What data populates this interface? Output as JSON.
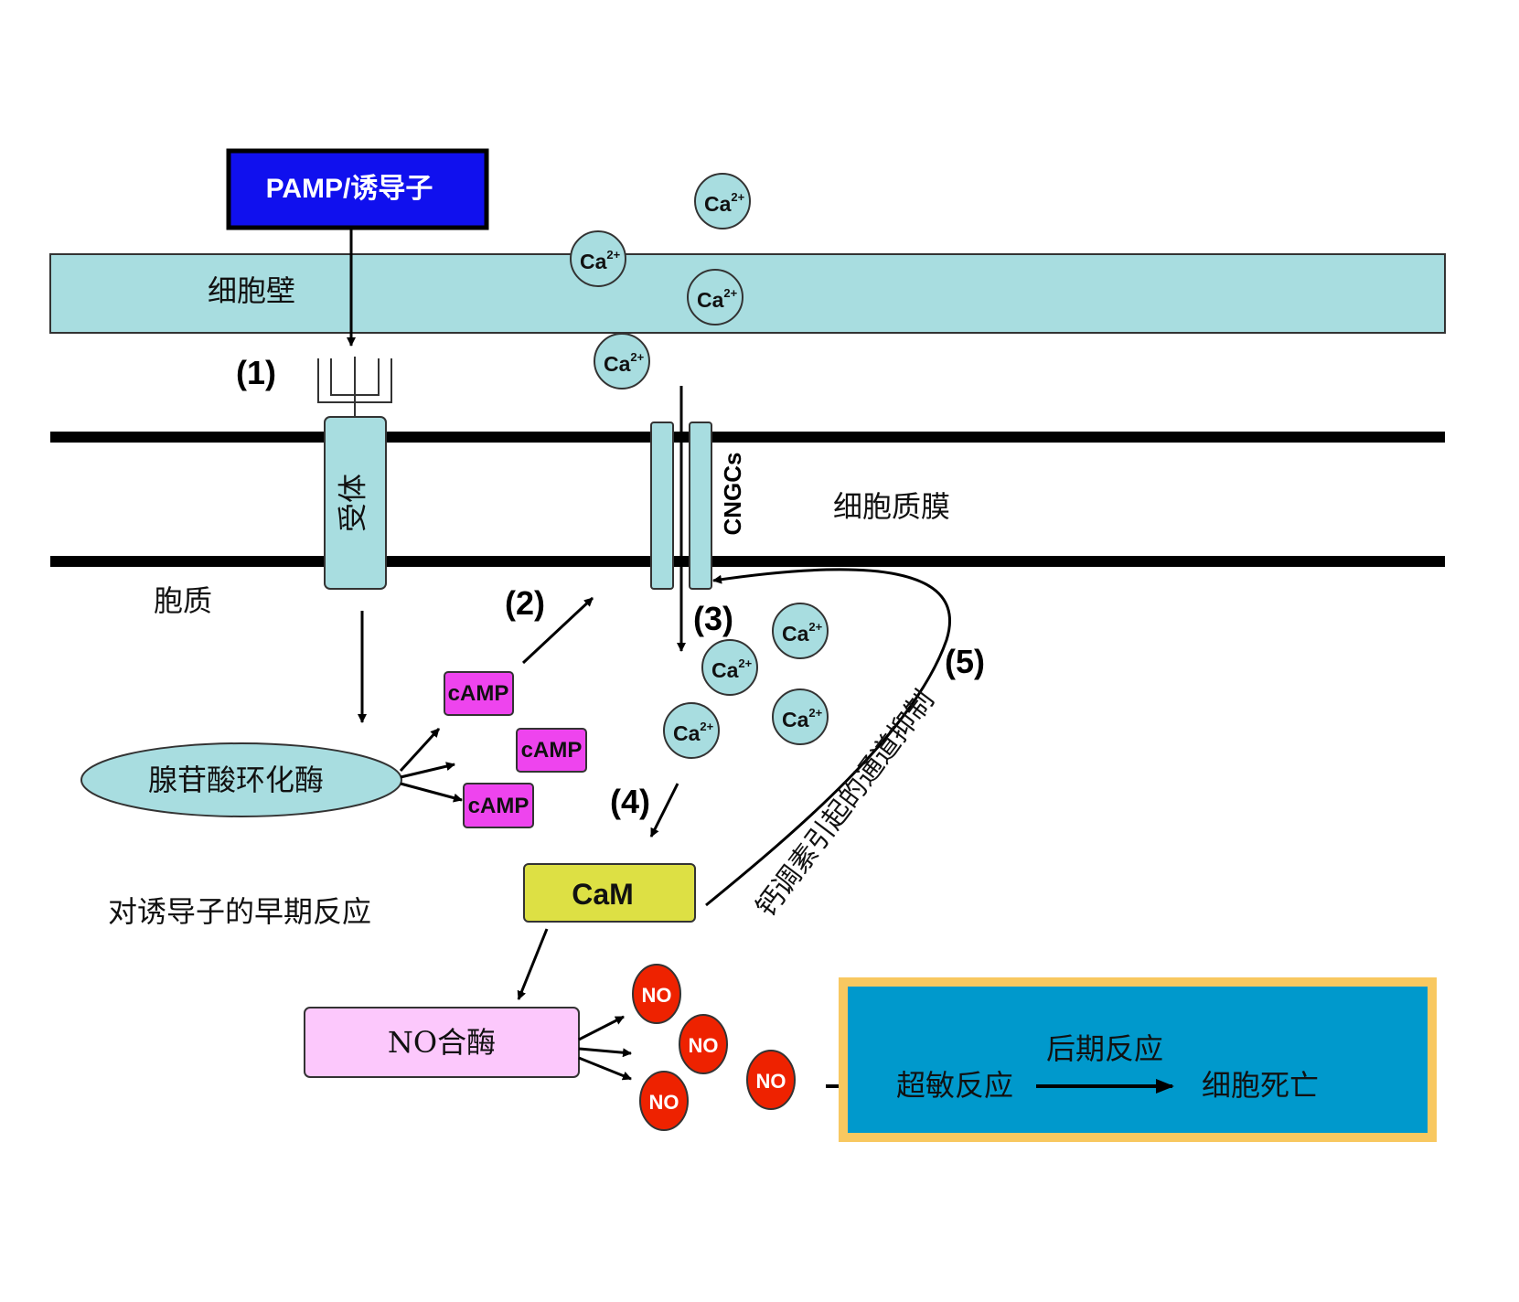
{
  "pamp_label": "PAMP/诱导子",
  "cell_wall_label": "细胞壁",
  "plasma_membrane_label": "细胞质膜",
  "cytoplasm_label": "胞质",
  "receptor_label": "受体",
  "cngc_label": "CNGCs",
  "adenylate_cyclase_label": "腺苷酸环化酶",
  "camp_label": "cAMP",
  "cam_label": "CaM",
  "nos_label": "NO合酶",
  "no_label": "NO",
  "ca_label": "Ca",
  "ca_charge": "2+",
  "steps": [
    "(1)",
    "(2)",
    "(3)",
    "(4)",
    "(5)"
  ],
  "early_response_label": "对诱导子的早期反应",
  "inhibition_label": "钙调素引起的通道抑制",
  "late_response": {
    "title": "后期反应",
    "hypersensitive": "超敏反应",
    "cell_death": "细胞死亡"
  },
  "colors": {
    "pamp_box": "#1010ee",
    "cell_wall": "#a8dde0",
    "receptor": "#a8dde0",
    "calcium": "#a8dde0",
    "camp": "#ee44ee",
    "cam": "#dde044",
    "nos": "#fcc8fc",
    "no": "#ee2200",
    "late_box": "#0099cc",
    "late_border": "#f8c860"
  }
}
